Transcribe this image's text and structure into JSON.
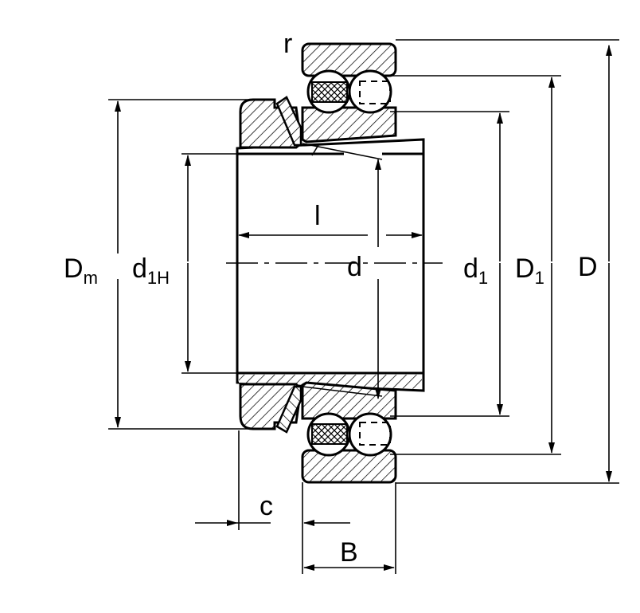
{
  "title": "Self-aligning ball bearing on adapter sleeve",
  "labels": {
    "r": "r",
    "Dm": {
      "main": "D",
      "sub": "m"
    },
    "d1H": {
      "main": "d",
      "sub": "1H"
    },
    "l": "l",
    "d": "d",
    "d1": {
      "main": "d",
      "sub": "1"
    },
    "D1": {
      "main": "D",
      "sub": "1"
    },
    "D": "D",
    "c": "c",
    "B": "B"
  }
}
